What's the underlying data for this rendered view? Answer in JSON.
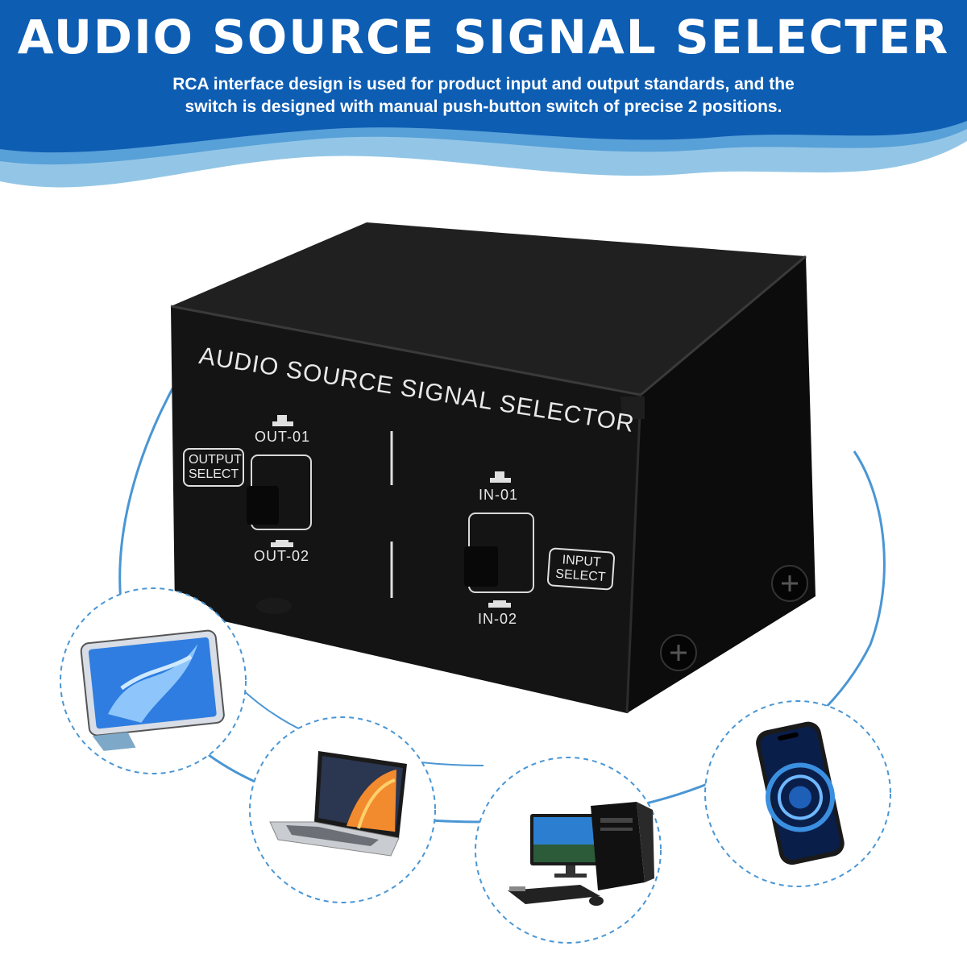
{
  "banner": {
    "headline": "AUDIO SOURCE SIGNAL SELECTER",
    "subline_1": "RCA interface design is used for product input and output standards, and the",
    "subline_2": "switch is designed with manual push-button switch of precise 2 positions.",
    "colors": {
      "primary": "#0d5db3",
      "wave_light": "#6fb3dd",
      "wave_mid": "#4a96d4"
    }
  },
  "device": {
    "title": "AUDIO SOURCE  SIGNAL SELECTOR",
    "out_01": "OUT-01",
    "out_02": "OUT-02",
    "output_select": [
      "OUTPUT",
      "SELECT"
    ],
    "in_01": "IN-01",
    "in_02": "IN-02",
    "input_select": [
      "INPUT",
      "SELECT"
    ],
    "body_color": "#111111"
  },
  "peripherals": [
    {
      "name": "tablet",
      "icon": "tablet-icon"
    },
    {
      "name": "laptop",
      "icon": "laptop-icon"
    },
    {
      "name": "desktop-computer",
      "icon": "desktop-computer-icon"
    },
    {
      "name": "smartphone",
      "icon": "smartphone-icon"
    }
  ]
}
